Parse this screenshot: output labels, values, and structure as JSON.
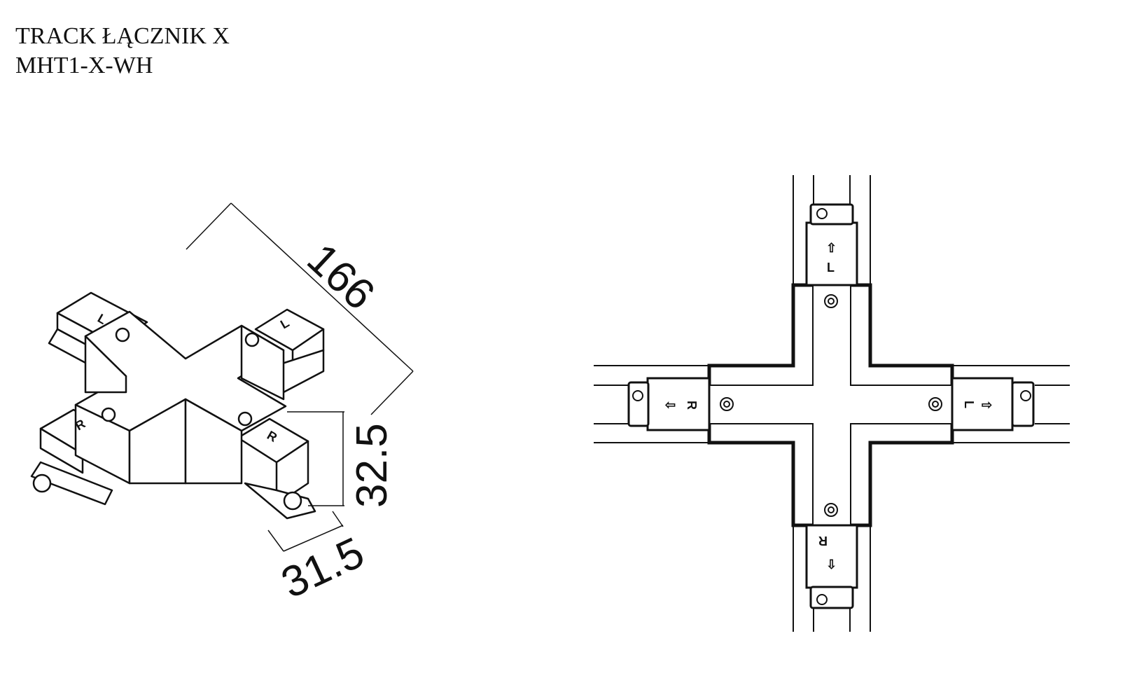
{
  "title": {
    "line1": "TRACK ŁĄCZNIK X",
    "line2": "MHT1-X-WH"
  },
  "iso_view": {
    "dimensions": {
      "length": "166",
      "height": "32.5",
      "width": "31.5"
    },
    "markings": {
      "left_arm": "L",
      "right_arm": "L",
      "front_left": "R",
      "front_right": "R"
    }
  },
  "top_view": {
    "markings": {
      "top": "L",
      "bottom": "R",
      "left": "R",
      "right": "L"
    },
    "arrow_glyphs": {
      "up": "⇧",
      "down": "⇩",
      "left": "⇦",
      "right": "⇨"
    }
  }
}
